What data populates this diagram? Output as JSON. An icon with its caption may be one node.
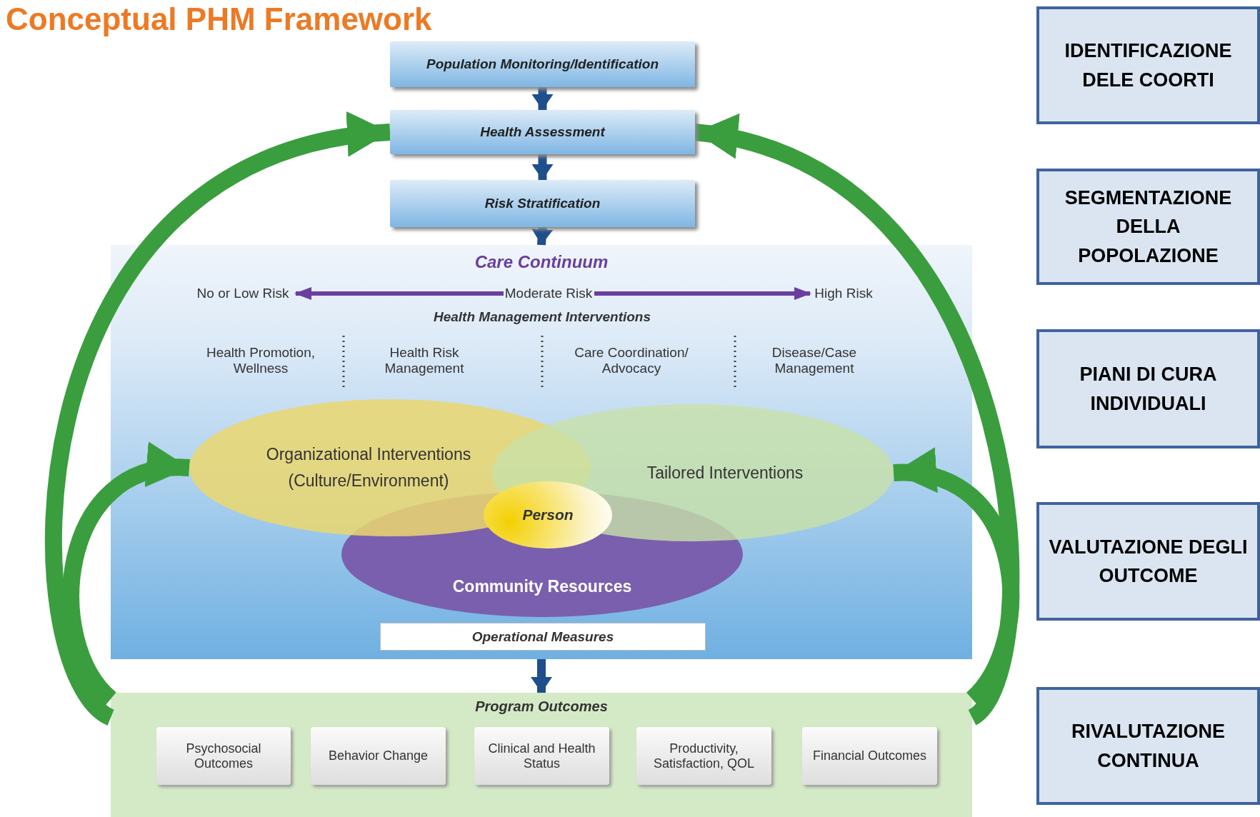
{
  "diagram": {
    "title": "Conceptual PHM Framework",
    "nodes": [
      {
        "text": [
          "Population Monitoring/Identification"
        ]
      },
      {
        "text": [
          "Health Assessment"
        ]
      },
      {
        "text": [
          "Risk Stratification"
        ]
      },
      {
        "text": [
          "Care Continuum"
        ]
      },
      {
        "text": [
          "Organizational Interventions (Culture/Environment)"
        ],
        "in": 3
      },
      {
        "text": [
          "Tailored Interventions"
        ],
        "in": 3
      },
      {
        "text": [
          "Person"
        ],
        "in": 3
      },
      {
        "text": [
          "Community Resources"
        ],
        "in": 3
      },
      {
        "text": [
          "Operational Measures"
        ],
        "in": 3
      },
      {
        "text": [
          "Program Outcomes"
        ]
      },
      {
        "text": [
          "Psychosocial Outcomes"
        ],
        "in": 9
      },
      {
        "text": [
          "Behavior Change"
        ],
        "in": 9
      },
      {
        "text": [
          "Clinical and Health Status"
        ],
        "in": 9
      },
      {
        "text": [
          "Productivity, Satisfaction, QOL"
        ],
        "in": 9
      },
      {
        "text": [
          "Financial Outcomes"
        ],
        "in": 9
      },
      {
        "text": [
          "IDENTIFICAZIONE DELE COORTI"
        ]
      },
      {
        "text": [
          "SEGMENTAZIONE DELLA POPOLAZIONE"
        ]
      },
      {
        "text": [
          "PIANI DI CURA INDIVIDUALI"
        ]
      },
      {
        "text": [
          "VALUTAZIONE DEGLI OUTCOME"
        ]
      },
      {
        "text": [
          "RIVALUTAZIONE CONTINUA"
        ]
      }
    ],
    "edges": [
      {
        "from": 0,
        "to": 1,
        "arrow": "to"
      },
      {
        "from": 1,
        "to": 2,
        "arrow": "to"
      },
      {
        "from": 2,
        "to": 3,
        "arrow": "to"
      },
      {
        "from": 3,
        "to": 9,
        "arrow": "to"
      },
      {
        "from": 9,
        "to": 1,
        "arrow": "to",
        "style": "thick",
        "color": "#3a9e3f"
      },
      {
        "from": 9,
        "to": 1,
        "arrow": "to",
        "style": "thick",
        "color": "#3a9e3f"
      },
      {
        "from": 9,
        "to": 4,
        "arrow": "to",
        "style": "thick",
        "color": "#3a9e3f"
      },
      {
        "from": 9,
        "to": 5,
        "arrow": "to",
        "style": "thick",
        "color": "#3a9e3f"
      }
    ],
    "labels": [
      "No or Low Risk",
      "Moderate Risk",
      "High Risk",
      "Health Management Interventions",
      "Health Promotion, Wellness",
      "Health Risk Management",
      "Care Coordination/ Advocacy",
      "Disease/Case Management"
    ]
  }
}
